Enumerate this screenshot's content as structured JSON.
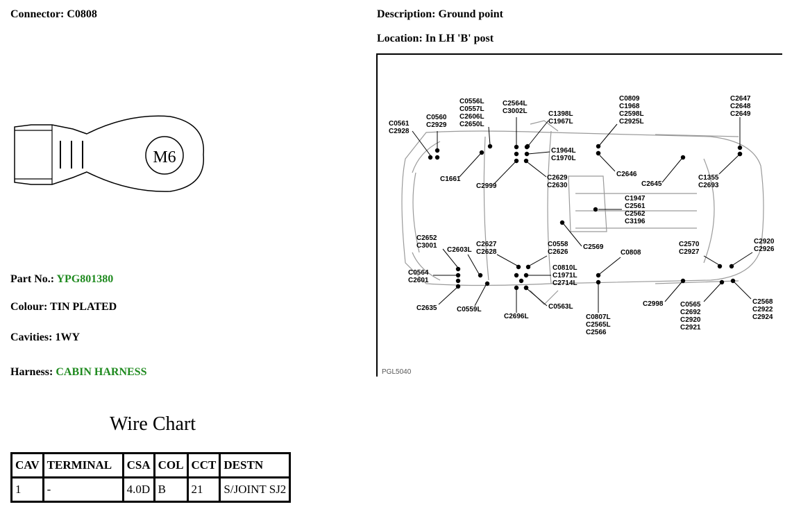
{
  "connector": {
    "label": "Connector:",
    "value": "C0808"
  },
  "description": {
    "label": "Description:",
    "value": "Ground point"
  },
  "location": {
    "label": "Location:",
    "value": "In LH 'B' post"
  },
  "terminal_text": "M6",
  "part_no": {
    "label": "Part No.:",
    "value": "YPG801380"
  },
  "colour": {
    "label": "Colour:",
    "value": "TIN PLATED"
  },
  "cavities": {
    "label": "Cavities:",
    "value": "1WY"
  },
  "harness": {
    "label": "Harness:",
    "value": "CABIN HARNESS"
  },
  "wire_chart": {
    "title": "Wire Chart",
    "headers": [
      "CAV",
      "TERMINAL",
      "CSA",
      "COL",
      "CCT",
      "DESTN"
    ],
    "rows": [
      [
        "1",
        "-",
        "4.0D",
        "B",
        "21",
        "S/JOINT SJ2"
      ]
    ]
  },
  "diagram": {
    "ref": "PGL5040",
    "labels": [
      "C0561",
      "C2928",
      "C0560",
      "C2929",
      "C0556L",
      "C0557L",
      "C2606L",
      "C2650L",
      "C2564L",
      "C3002L",
      "C1398L",
      "C1967L",
      "C0809",
      "C1968",
      "C2598L",
      "C2925L",
      "C2647",
      "C2648",
      "C2649",
      "C1964L",
      "C1970L",
      "C1661",
      "C2999",
      "C2629",
      "C2630",
      "C2646",
      "C2645",
      "C1355",
      "C2693",
      "C1947",
      "C2561",
      "C2562",
      "C3196",
      "C2569",
      "C2652",
      "C3001",
      "C2603L",
      "C2627",
      "C2628",
      "C0558",
      "C2626",
      "C0808",
      "C2570",
      "C2927",
      "C2920",
      "C2926",
      "C0564",
      "C2601",
      "C0810L",
      "C1971L",
      "C2714L",
      "C2635",
      "C0559L",
      "C2696L",
      "C0563L",
      "C0807L",
      "C2565L",
      "C2566",
      "C2998",
      "C0565",
      "C2692",
      "C2920",
      "C2921",
      "C2568",
      "C2922",
      "C2924"
    ]
  }
}
